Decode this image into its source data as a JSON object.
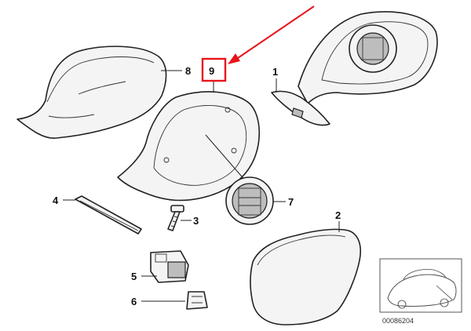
{
  "diagram": {
    "labels": {
      "p1": "1",
      "p2": "2",
      "p3": "3",
      "p4": "4",
      "p5": "5",
      "p6": "6",
      "p7": "7",
      "p8": "8",
      "p9": "9"
    },
    "highlight": {
      "part": "9",
      "box_color": "#e8141c",
      "arrow_color": "#e8141c"
    },
    "reference_number": "00086204"
  }
}
